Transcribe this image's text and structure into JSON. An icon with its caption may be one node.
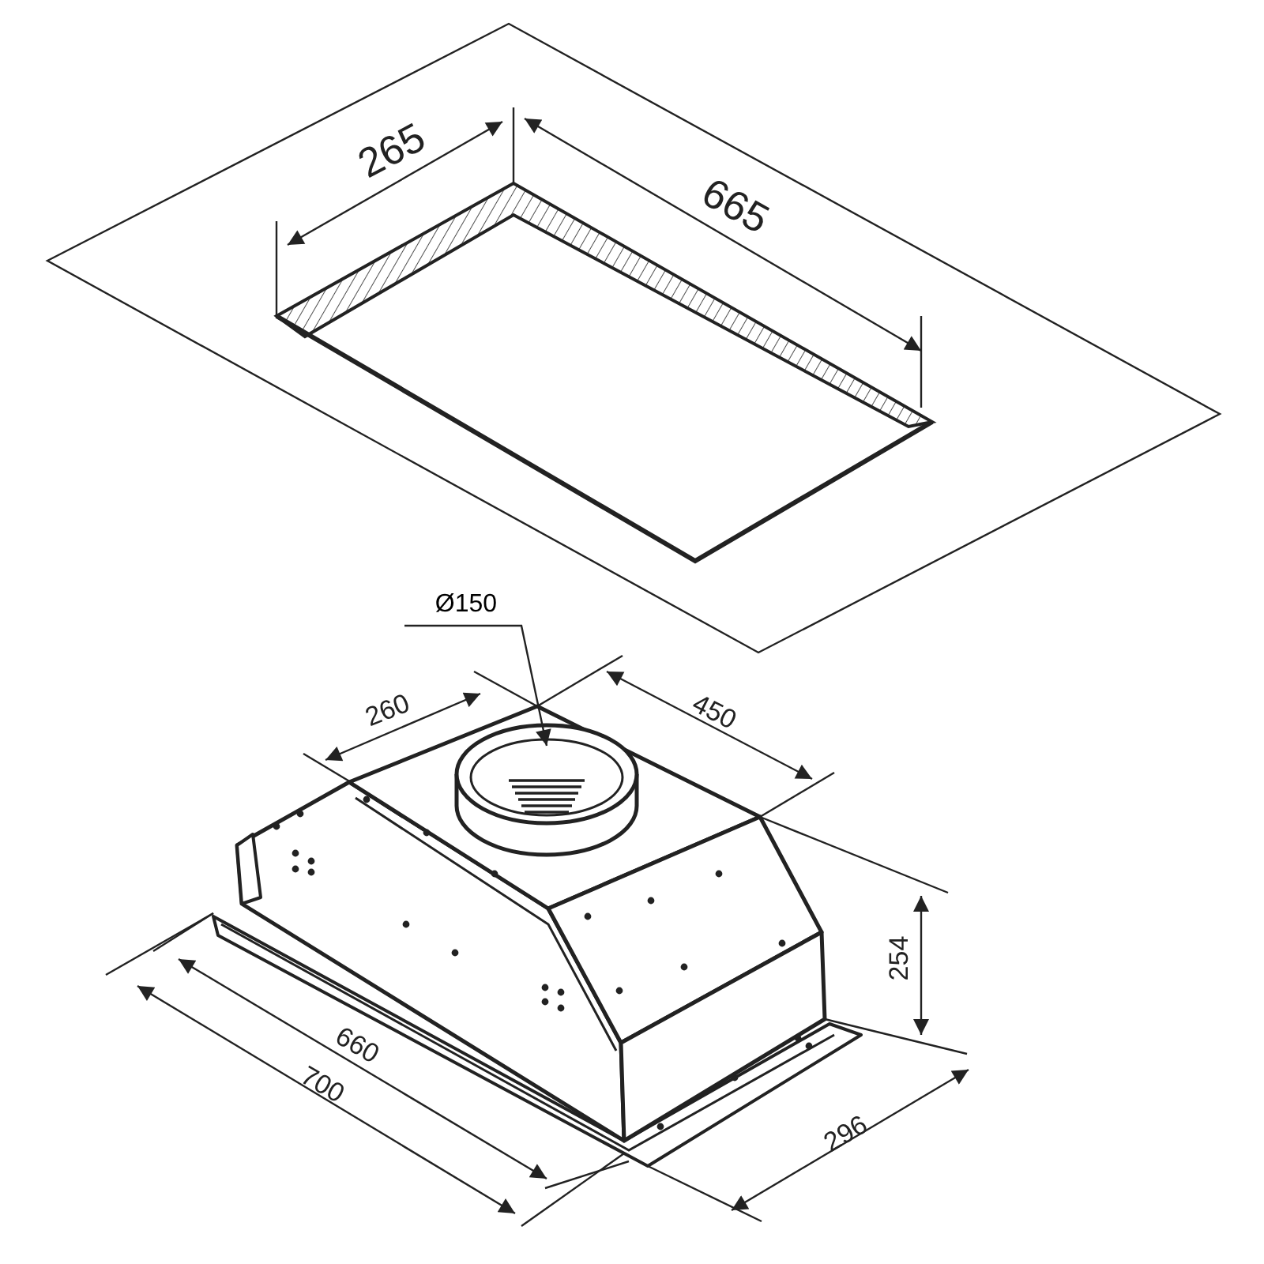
{
  "diagram": {
    "nodes": [
      {
        "text": [
          "Ø150"
        ]
      },
      {
        "text": [],
        "shape": "cylinder"
      }
    ],
    "edges": [
      {
        "from": 0,
        "to": 1,
        "arrow": "to"
      }
    ],
    "labels": [
      "265",
      "665",
      "260",
      "450",
      "254",
      "660",
      "700",
      "296"
    ]
  }
}
